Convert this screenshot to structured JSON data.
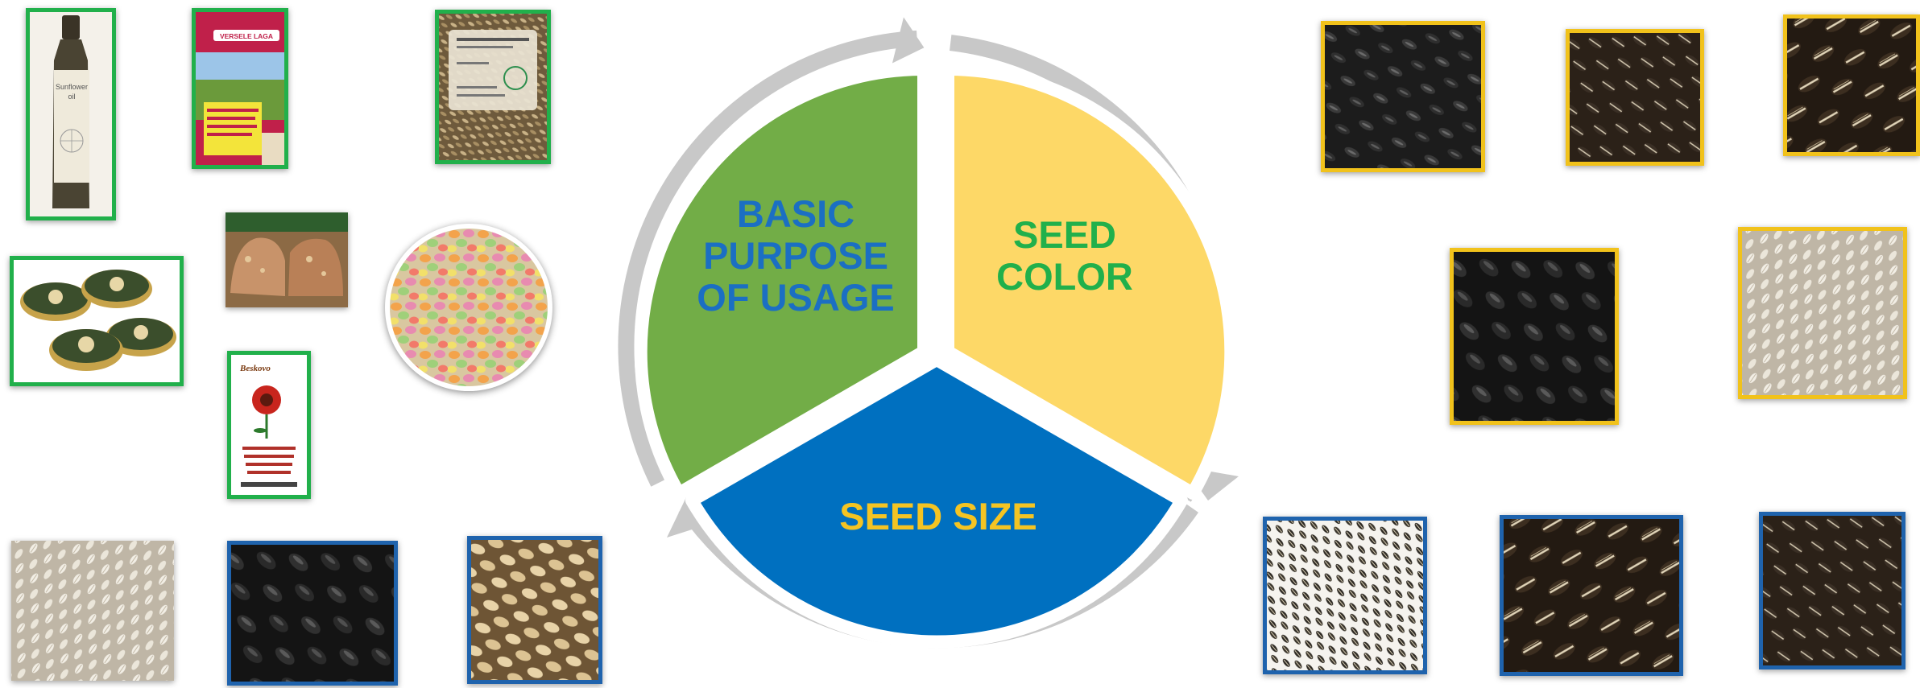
{
  "diagram": {
    "segments": [
      {
        "id": "purpose",
        "lines": [
          "BASIC",
          "PURPOSE",
          "OF USAGE"
        ],
        "fill": "#72ad47",
        "text_color": "#1b6fc3"
      },
      {
        "id": "color",
        "lines": [
          "SEED",
          "COLOR"
        ],
        "fill": "#fdd867",
        "text_color": "#21b04b"
      },
      {
        "id": "size",
        "lines": [
          "SEED SIZE"
        ],
        "fill": "#0070c0",
        "text_color": "#f4c423"
      }
    ],
    "arrow_color": "#c8c8c8"
  },
  "images": {
    "purpose_group": {
      "border_color": "#21b04b",
      "items": [
        {
          "name": "oil-bottle-image",
          "label_lines": [
            "Sunflower",
            "oil"
          ]
        },
        {
          "name": "bird-feed-package-image",
          "brand": "VERSELE LAGA"
        },
        {
          "name": "seed-bag-image"
        },
        {
          "name": "pate-tins-image"
        },
        {
          "name": "seed-bread-image"
        },
        {
          "name": "candy-coated-seeds-image"
        },
        {
          "name": "seed-box-package-image",
          "brand": "Beskovo"
        }
      ]
    },
    "color_group": {
      "border_color": "#f1c21b",
      "items": [
        {
          "name": "black-seeds-image-1"
        },
        {
          "name": "striped-seeds-image-1"
        },
        {
          "name": "striped-seeds-image-2"
        },
        {
          "name": "black-seeds-image-2"
        },
        {
          "name": "white-seeds-image"
        }
      ]
    },
    "size_group": {
      "border_color": "#1f63ad",
      "items": [
        {
          "name": "small-striped-seeds-image"
        },
        {
          "name": "large-striped-seeds-image"
        },
        {
          "name": "medium-striped-seeds-image"
        },
        {
          "name": "white-seeds-pile-image"
        },
        {
          "name": "black-seeds-pile-image"
        },
        {
          "name": "hulled-kernels-image"
        }
      ]
    }
  }
}
